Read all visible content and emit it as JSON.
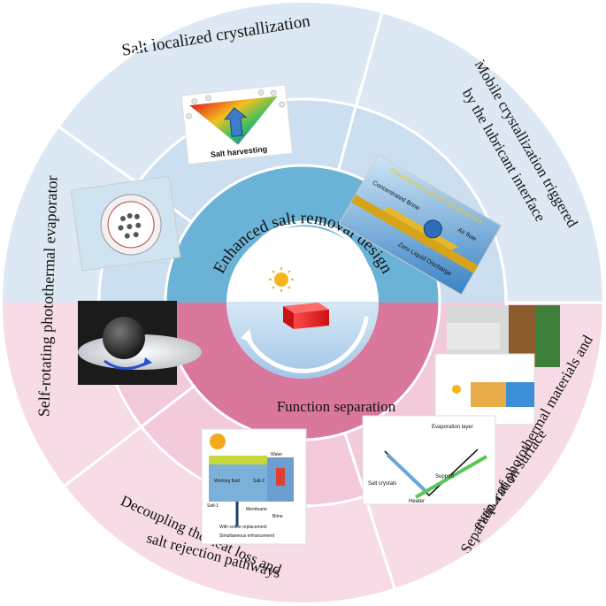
{
  "center": {
    "top_label": "Enhanced salt removal design",
    "bottom_label": "Function separation"
  },
  "sections": {
    "salt_localized": {
      "label": "Salt localized crystallization",
      "image_caption": "Salt harvesting"
    },
    "mobile_crystallization": {
      "label_line1": "Mobile crystallization triggered",
      "label_line2": "by the lubricant interface",
      "image_texts": [
        "Photothermal lubricant-infused surface",
        "Concentrated Brine",
        "Air flow",
        "Zero Liquid Discharge"
      ]
    },
    "self_rotating": {
      "label": "Self-rotating photothermal evaporator"
    },
    "separation": {
      "label_line1": "Separation of photothermal materials and",
      "label_line2": "evaporation surface",
      "image_texts": [
        "Evaporation layer",
        "Salt crystals",
        "Support",
        "Heater"
      ]
    },
    "decoupling": {
      "label_line1": "Decoupling the heat loss and",
      "label_line2": "salt rejection pathways",
      "image_texts": [
        "Working fluid",
        "Salt-2",
        "Salt-1",
        "Membrane",
        "With solute replacement",
        "Simultaneous enhancement",
        "Water",
        "Brine"
      ]
    }
  },
  "colors": {
    "blue_light": "#dce9f4",
    "blue_ring": "#ccdff0",
    "blue_mid": "#6bb3d6",
    "pink_light": "#f7dbe6",
    "pink_ring": "#f3cadb",
    "pink_mid": "#d9779c",
    "divider": "#ffffff"
  }
}
